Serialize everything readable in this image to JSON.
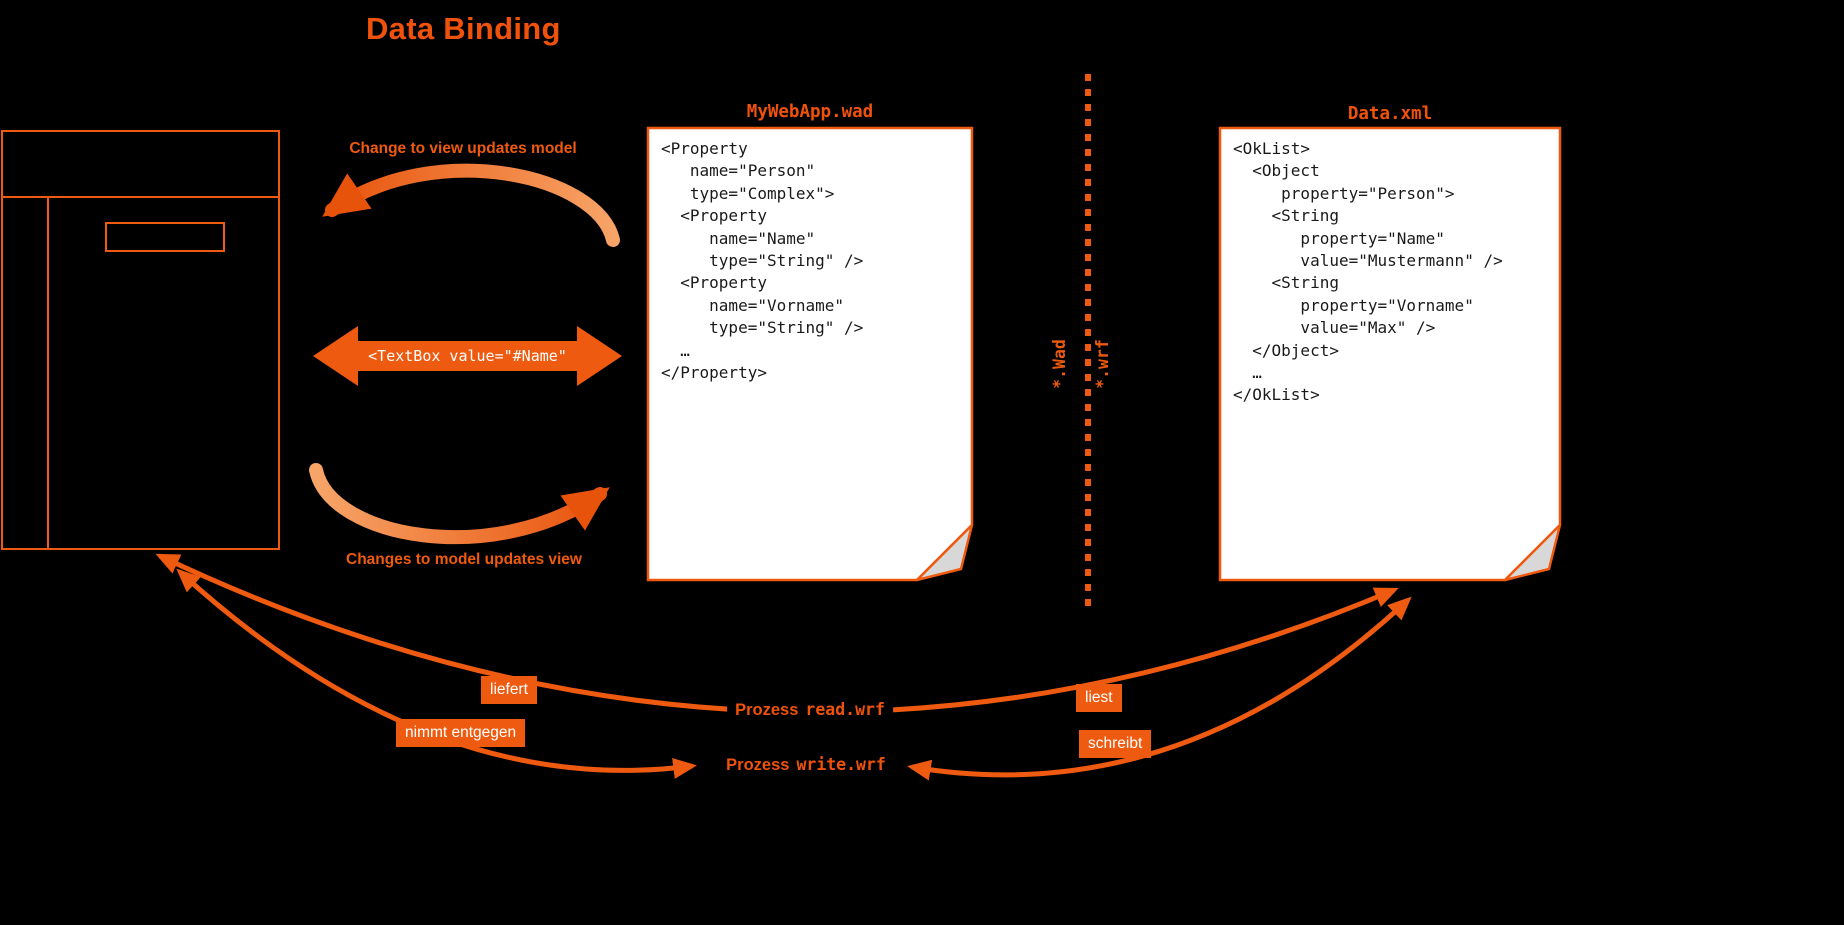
{
  "title": "Data Binding",
  "colors": {
    "background": "#000000",
    "accent": "#EE5A0F",
    "accent_dark": "#E8530B",
    "accent_light": "#F7A468",
    "document_background": "#FFFFFF",
    "code_text": "#1A1A1A",
    "badge_text": "#FFFFFF",
    "fold": "#D8D8D8"
  },
  "binding": {
    "view_to_model_label": "Change to view updates model",
    "model_to_view_label": "Changes to model updates view",
    "textbox_binding": "<TextBox value=\"#Name\""
  },
  "wad_document": {
    "title": "MyWebApp.wad",
    "code_lines": [
      "<Property",
      "   name=\"Person\"",
      "   type=\"Complex\">",
      "  <Property",
      "     name=\"Name\"",
      "     type=\"String\" />",
      "  <Property",
      "     name=\"Vorname\"",
      "     type=\"String\" />",
      "  …",
      "</Property>"
    ]
  },
  "xml_document": {
    "title": "Data.xml",
    "code_lines": [
      "<OkList>",
      "  <Object",
      "     property=\"Person\">",
      "    <String",
      "       property=\"Name\"",
      "       value=\"Mustermann\" />",
      "    <String",
      "       property=\"Vorname\"",
      "       value=\"Max\" />",
      "  </Object>",
      "  …",
      "</OkList>"
    ]
  },
  "divider": {
    "left_format_label": "*.Wad",
    "right_format_label": "*.wrf"
  },
  "processes": {
    "read": {
      "prefix": "Prozess",
      "name": "read.wrf",
      "delivers_badge": "liefert",
      "reads_badge": "liest"
    },
    "write": {
      "prefix": "Prozess",
      "name": "write.wrf",
      "receives_badge": "nimmt entgegen",
      "writes_badge": "schreibt"
    }
  }
}
